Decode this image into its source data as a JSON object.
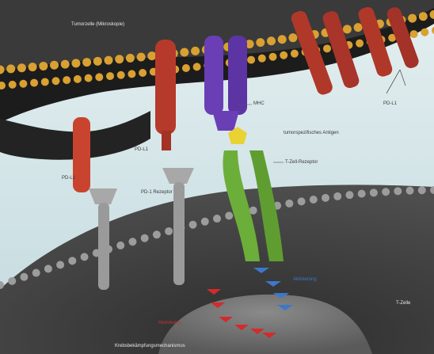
{
  "labels": {
    "tumor_cell_top": "Tumorzelle (Mikroskopie)",
    "pd_l1_right": "PD-L1",
    "mhc": "MHC",
    "tumor_antigen": "tumorspezifisches Antigen",
    "pd_l1_left": "PD-L1",
    "pd_l1_mid": "PD-L1",
    "pd1_receptor": "PD-1 Rezeptor",
    "t_cell_receptor": "T-Zell-Rezeptor",
    "t_cell": "T-Zelle",
    "activation_signal": "Aktivierung",
    "inhibition_signal": "Hemmung",
    "bottom_caption": "Krebsbekämpfungsmechanismus"
  },
  "colors": {
    "sky": "#cfe3e6",
    "lipid_head_top": "#d9a032",
    "lipid_head_bottom": "#9c9c9c",
    "pd_l1": "#c0392b",
    "mhc": "#6a3fb5",
    "antigen": "#e8d234",
    "tcr": "#6cae3a",
    "pd1": "#a8a8a8",
    "activation": "#3d78c9",
    "inhibition": "#d42a2a"
  }
}
